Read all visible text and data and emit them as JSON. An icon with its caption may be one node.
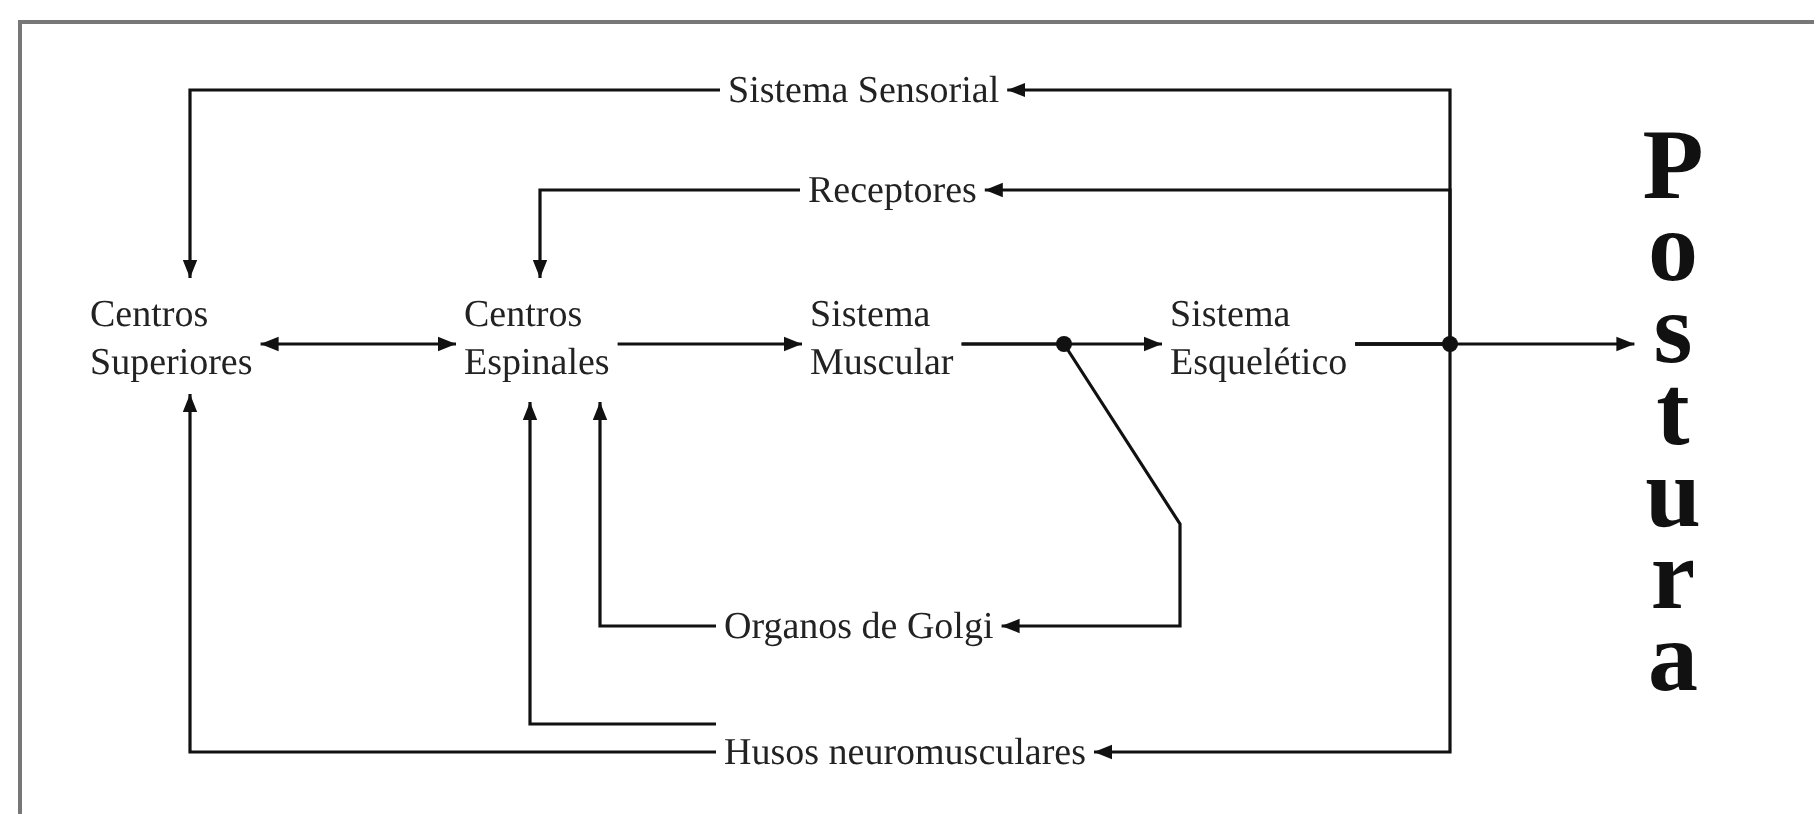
{
  "diagram": {
    "nodes": [
      {
        "text": [
          "Sistema Sensorial"
        ]
      },
      {
        "text": [
          "Receptores"
        ]
      },
      {
        "text": [
          "Centros Superiores"
        ]
      },
      {
        "text": [
          "Centros Espinales"
        ]
      },
      {
        "text": [
          "Sistema Muscular"
        ]
      },
      {
        "text": [
          "Sistema Esquelético"
        ]
      },
      {
        "text": [
          "Organos de Golgi"
        ]
      },
      {
        "text": [
          "Husos neuromusculares"
        ]
      },
      {
        "text": [
          "Postura"
        ]
      }
    ],
    "edges": [
      {
        "from": 0,
        "to": 2,
        "arrow": "to"
      },
      {
        "from": 1,
        "to": 3,
        "arrow": "to"
      },
      {
        "from": 2,
        "to": 3,
        "arrow": "both"
      },
      {
        "from": 3,
        "to": 4,
        "arrow": "to"
      },
      {
        "from": 4,
        "to": 5,
        "arrow": "to"
      },
      {
        "from": 4,
        "to": 6,
        "arrow": "to"
      },
      {
        "from": 6,
        "to": 3,
        "arrow": "to"
      },
      {
        "from": 7,
        "to": 3,
        "arrow": "to"
      },
      {
        "from": 7,
        "to": 2,
        "arrow": "to"
      },
      {
        "from": 5,
        "to": 0,
        "arrow": "to"
      },
      {
        "from": 5,
        "to": 1,
        "arrow": "to"
      },
      {
        "from": 5,
        "to": 7,
        "arrow": "to"
      },
      {
        "from": 5,
        "to": 8,
        "arrow": "to"
      }
    ]
  }
}
